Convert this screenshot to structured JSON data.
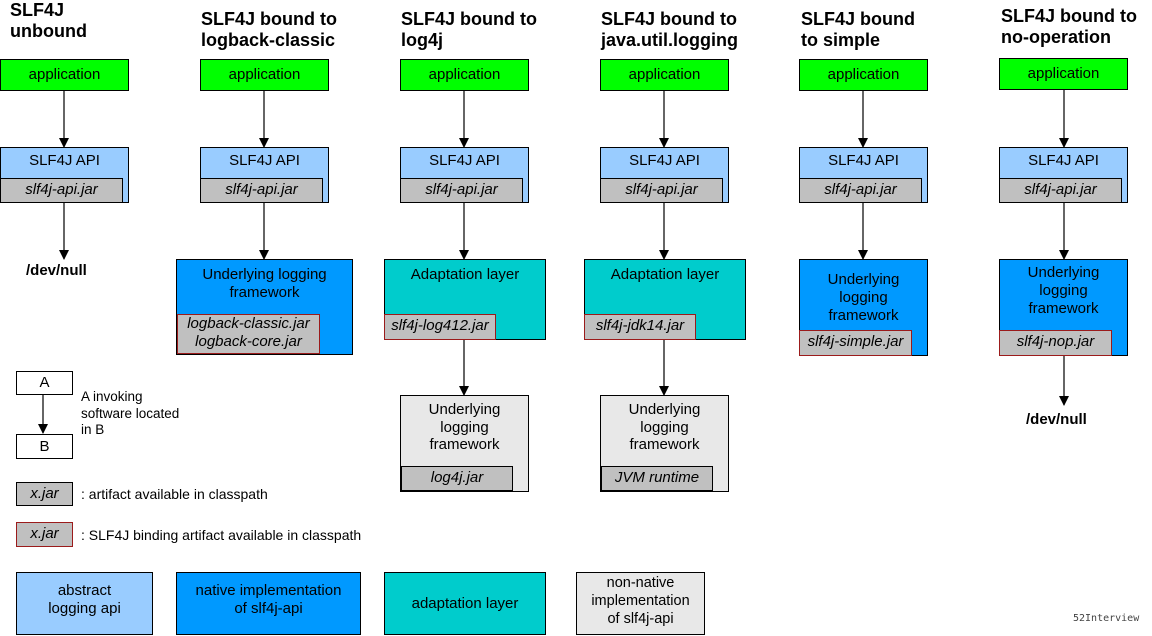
{
  "columns": [
    {
      "title": "SLF4J\nunbound",
      "app": "application",
      "api": "SLF4J API",
      "api_jar": "slf4j-api.jar",
      "devnull": "/dev/null"
    },
    {
      "title": "SLF4J bound to\nlogback-classic",
      "app": "application",
      "api": "SLF4J API",
      "api_jar": "slf4j-api.jar",
      "impl": "Underlying logging\nframework",
      "impl_jar": "logback-classic.jar\nlogback-core.jar"
    },
    {
      "title": "SLF4J bound to\nlog4j",
      "app": "application",
      "api": "SLF4J API",
      "api_jar": "slf4j-api.jar",
      "adapt": "Adaptation layer",
      "adapt_jar": "slf4j-log412.jar",
      "under": "Underlying\nlogging\nframework",
      "under_jar": "log4j.jar"
    },
    {
      "title": "SLF4J bound to\njava.util.logging",
      "app": "application",
      "api": "SLF4J API",
      "api_jar": "slf4j-api.jar",
      "adapt": "Adaptation layer",
      "adapt_jar": "slf4j-jdk14.jar",
      "under": "Underlying\nlogging\nframework",
      "under_jar": "JVM runtime"
    },
    {
      "title": "SLF4J bound\nto simple",
      "app": "application",
      "api": "SLF4J API",
      "api_jar": "slf4j-api.jar",
      "impl": "Underlying\nlogging\nframework",
      "impl_jar": "slf4j-simple.jar"
    },
    {
      "title": "SLF4J bound to\nno-operation",
      "app": "application",
      "api": "SLF4J API",
      "api_jar": "slf4j-api.jar",
      "impl": "Underlying\nlogging\nframework",
      "impl_jar": "slf4j-nop.jar",
      "devnull": "/dev/null"
    }
  ],
  "legend": {
    "a": "A",
    "b": "B",
    "invoke_text": "A invoking\nsoftware located\nin B",
    "jar_label": "x.jar",
    "jar_text": ": artifact available in classpath",
    "binding_label": "x.jar",
    "binding_text": ": SLF4J binding artifact available in classpath",
    "abstract": "abstract\nlogging api",
    "native": "native implementation\nof slf4j-api",
    "adaptation": "adaptation layer",
    "nonnative": "non-native\nimplementation\nof slf4j-api"
  },
  "watermark": "52Interview",
  "colors": {
    "application": "#00ff00",
    "abstract_api": "#99ccff",
    "native_impl": "#0099ff",
    "adaptation": "#00cccc",
    "non_native": "#e8e8e8",
    "jar": "#c0c0c0",
    "binding_border": "#9b1b1b"
  }
}
